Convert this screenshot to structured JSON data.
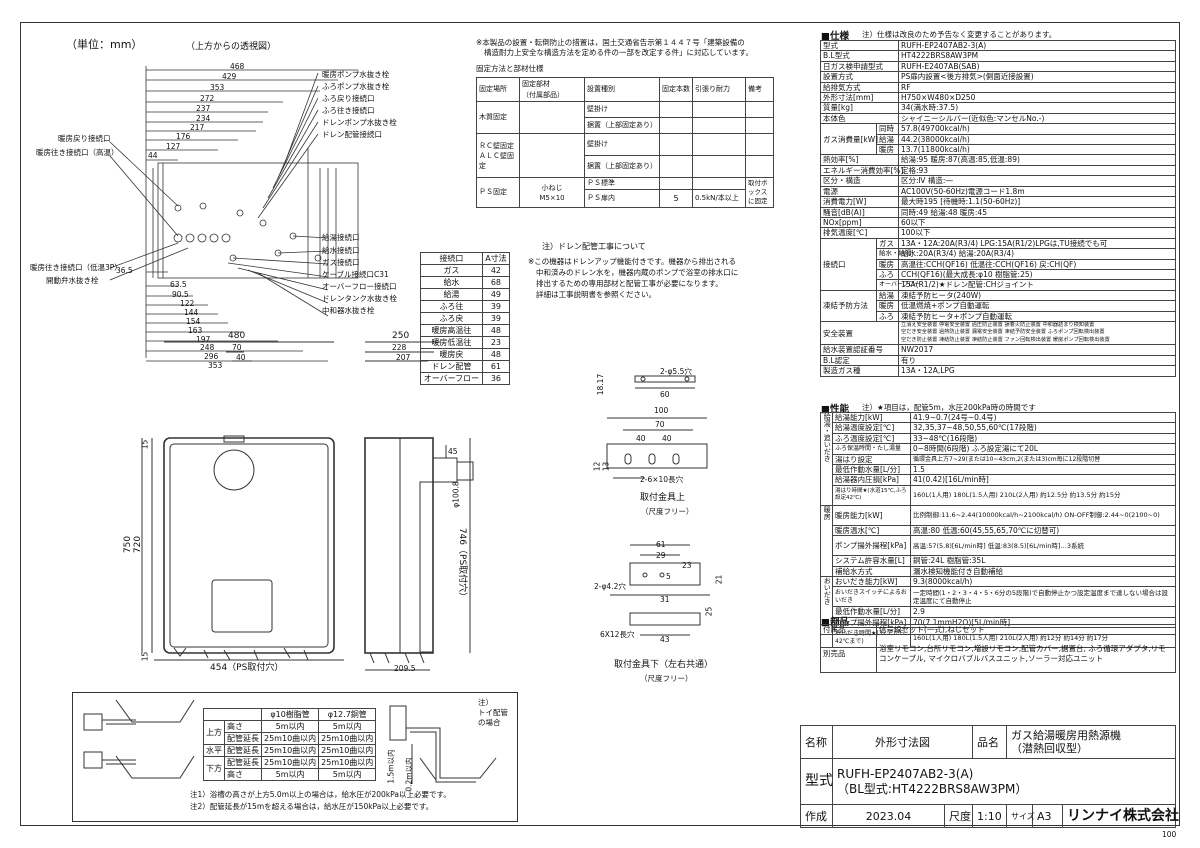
{
  "header": {
    "unit_label": "（単位：mm）",
    "top_view_label": "（上方からの透視図）"
  },
  "install_note": {
    "line1": "※本製品の設置・転倒防止の措置は，国土交通省告示第１４４７号「建築設備の",
    "line2": "構造耐力上安全な構造方法を定める件の一部を改定する件」に対応しています。",
    "table_title": "固定方法と部材仕様",
    "headers": [
      "固定場所",
      "固定部材\n（付属部品）",
      "設置種別",
      "固定本数",
      "引張り耐力",
      "備考"
    ],
    "wood_label": "木質固定",
    "rc_label": "ＲＣ壁固定\nＡＬＣ壁固定",
    "ps_label": "ＰＳ固定",
    "wall_mount": "壁掛け",
    "wall_mount2": "据置（上部固定あり）",
    "ps_std": "ＰＳ標準",
    "ps_in": "ＰＳ扉内",
    "screw": "小ねじ\nM5×10",
    "count": "5",
    "strength": "0.5kN/本以上",
    "remark": "取付ボックス\nに固定"
  },
  "top_view_labels": [
    "暖房ポンプ水抜き栓",
    "ふろポンプ水抜き栓",
    "ふろ戻り接続口",
    "ふろ往き接続口",
    "ドレンポンプ水抜き栓",
    "ドレン配管接続口",
    "暖房戻り接続口",
    "暖房往き接続口（高温）",
    "暖房往き接続口（低温3P）",
    "開動弁水抜き栓",
    "給湯接続口",
    "給水接続口",
    "ガス接続口",
    "ケーブル接続口C31",
    "オーバーフロー接続口",
    "ドレンタンク水抜き栓",
    "中和器水抜き栓"
  ],
  "top_dims": [
    "468",
    "429",
    "353",
    "272",
    "237",
    "234",
    "217",
    "176",
    "127",
    "44",
    "36.5",
    "63.5",
    "90.5",
    "122",
    "144",
    "154",
    "163",
    "197",
    "248",
    "296",
    "353"
  ],
  "a_table": {
    "headers": [
      "接続口",
      "A寸法"
    ],
    "rows": [
      [
        "ガス",
        "42"
      ],
      [
        "給水",
        "68"
      ],
      [
        "給湯",
        "49"
      ],
      [
        "ふろ往",
        "39"
      ],
      [
        "ふろ戻",
        "39"
      ],
      [
        "暖房高温往",
        "48"
      ],
      [
        "暖房低温往",
        "23"
      ],
      [
        "暖房戻",
        "48"
      ],
      [
        "ドレン配管",
        "61"
      ],
      [
        "オーバーフロー",
        "36"
      ]
    ]
  },
  "drain_note": {
    "title": "注）ドレン配管工事について",
    "lines": [
      "※この機器はドレンアップ機能付きです。機器から排出される",
      "中和済みのドレン水を，機器内蔵のポンプで浴室の排水口に",
      "排出するための専用部材と配管工事が必要になります。",
      "詳細は工事説明書を参照ください。"
    ]
  },
  "front_dims": [
    "480",
    "70",
    "40",
    "750",
    "720",
    "15",
    "15",
    "454（PS取付穴）"
  ],
  "side_dims": [
    "250",
    "228",
    "207",
    "746（PS取付穴）",
    "φ100.8",
    "209.5",
    "45"
  ],
  "bracket_top": {
    "holes": "2-φ5.5穴",
    "d60": "60",
    "d100": "100",
    "d70": "70",
    "d40a": "40",
    "d40b": "40",
    "d12": "12",
    "d13": "13",
    "d1817": "18.17",
    "slots": "2-6×10長穴",
    "caption": "取付金具上",
    "caption2": "（尺度フリー）"
  },
  "bracket_bottom": {
    "d61": "61",
    "d29": "29",
    "d23": "23",
    "d31": "31",
    "d25": "25",
    "d5": "5",
    "d21": "21",
    "d43": "43",
    "holes": "2-φ4.2穴",
    "slots": "6X12長穴",
    "caption": "取付金具下（左右共通）",
    "caption2": "（尺度フリー）"
  },
  "pipe_table": {
    "headers": [
      "",
      "",
      "φ10樹脂管",
      "φ12.7銅管"
    ],
    "rows": [
      [
        "上方",
        "高さ",
        "5m以内",
        "5m以内"
      ],
      [
        "上方",
        "配管延長",
        "25m10曲以内",
        "25m10曲以内"
      ],
      [
        "水平",
        "配管延長",
        "25m10曲以内",
        "25m10曲以内"
      ],
      [
        "下方",
        "配管延長",
        "25m10曲以内",
        "25m10曲以内"
      ],
      [
        "下方",
        "高さ",
        "5m以内",
        "5m以内"
      ]
    ],
    "upper": "上方",
    "lower": "下方",
    "note1": "注1）浴槽の高さが上方5.0m以上の場合は，給水圧が200kPa以上必要です。",
    "note2": "注2）配管延長が15mを超える場合は，給水圧が150kPa以上必要です。",
    "trough_note": "注）\nトイ配管\nの場合",
    "dim_15": "1.5m以内",
    "dim_02": "0.2m以内"
  },
  "spec": {
    "title": "■仕様",
    "note": "注）仕様は改良のため予告なく変更することがあります。",
    "rows": [
      [
        "型式",
        "",
        "RUFH-EP2407AB2-3(A)"
      ],
      [
        "B.L型式",
        "",
        "HT4222BRS8AW3PM"
      ],
      [
        "日ガス検申請型式",
        "",
        "RUFH-E2407AB(SAB)"
      ],
      [
        "設置方式",
        "",
        "PS扉内設置<後方排気>(側面近接設置)"
      ],
      [
        "給排気方式",
        "",
        "RF"
      ],
      [
        "外形寸法[mm]",
        "",
        "H750×W480×D250"
      ],
      [
        "質量[kg]",
        "",
        "34(満水時:37.5)"
      ],
      [
        "本体色",
        "",
        "シャイニーシルバー(近似色:マンセルNo.-)"
      ],
      [
        "ガス消費量[kW]",
        "同時",
        "57.8(49700kcal/h)"
      ],
      [
        "",
        "給湯",
        "44.2(38000kcal/h)"
      ],
      [
        "",
        "暖房",
        "13.7(11800kcal/h)"
      ],
      [
        "熱効率[%]",
        "",
        "給湯:95 暖房:87(高温:85,低温:89)"
      ],
      [
        "エネルギー消費効率[%]",
        "",
        "定格:93"
      ],
      [
        "区分・構造",
        "",
        "区分:Ⅳ 構造:―"
      ],
      [
        "電源",
        "",
        "AC100V(50-60Hz)電源コード1.8m"
      ],
      [
        "消費電力[W]",
        "",
        "最大時195 [待機時:1.1(50-60Hz)]"
      ],
      [
        "騒音[dB(A)]",
        "",
        "同時:49 給湯:48 暖房:45"
      ],
      [
        "NOx[ppm]",
        "",
        "60以下"
      ],
      [
        "排気温度[℃]",
        "",
        "100以下"
      ]
    ],
    "connect_label": "接続口",
    "connect_rows": [
      [
        "ガス",
        "13A・12A:20A(R3/4) LPG:15A(R1/2)LPGは,TU接続でも可"
      ],
      [
        "給水・給湯",
        "給水:20A(R3/4) 給湯:20A(R3/4)"
      ],
      [
        "暖房",
        "高温往:CCH(QF16) 低温往:CCH(QF16) 戻:CH(QF)"
      ],
      [
        "ふろ",
        "CCH(QF16)(最大成長:φ10 樹脂管:25)"
      ],
      [
        "オーバーフロー",
        "15A(R1/2)★ドレン配管:CHジョイント"
      ]
    ],
    "freeze_label": "凍結予防方法",
    "freeze_rows": [
      [
        "給湯",
        "凍結予防ヒータ(240W)"
      ],
      [
        "暖房",
        "低温燃焼+ポンプ自動運転"
      ],
      [
        "ふろ",
        "凍結予防ヒータ+ポンプ自動運転"
      ]
    ],
    "safety_label": "安全装置",
    "safety_lines": [
      "立消え安全装置 停電安全装置 過圧防止装置 誤着火防止装置 中和器詰まり検知装置",
      "空だき安全装置 過熱防止装置 漏電安全装置 凍結予防安全装置 ふろポンプ回転検出装置",
      "空だき防止装置 凍結防止装置 凍結防止装置 ファン回転検出装置 暖房ポンプ回転検出装置"
    ],
    "tail_rows": [
      [
        "給水装置認証番号",
        "NW2017"
      ],
      [
        "B.L認定",
        "有り"
      ],
      [
        "製造ガス種",
        "13A・12A,LPG"
      ]
    ]
  },
  "perf": {
    "title": "■性能",
    "note": "注）★項目は，配管5m，水圧200kPa時の時間です",
    "hot_label": "給湯・追いだき",
    "rows": [
      [
        "給湯能力[kW]",
        "41.9~0.7(24号~0.4号)"
      ],
      [
        "給湯温度設定[℃]",
        "32,35,37~48,50,55,60℃(17段階)"
      ],
      [
        "ふろ温度設定[℃]",
        "33~48℃(16段階)"
      ],
      [
        "ふろ保温時間・たし湯量",
        "0~8時間(6段階) ふろ設定湯にて20L"
      ],
      [
        "湯はり設定",
        "循環金具上方7~29(または10~43cm,2(または3)cm毎に12段階切替"
      ],
      [
        "最低作動水量[L/分]",
        "1.5"
      ],
      [
        "給湯器内圧損[kPa]",
        "41(0.42)[16L/min時]"
      ],
      [
        "湯はり時間★(水道15℃,ふろ設定42℃)",
        "160L(1人用) 180L(1.5人用) 210L(2人用) 約12.5分 約13.5分 約15分"
      ]
    ],
    "heat_label": "暖房",
    "heat_rows": [
      [
        "暖房能力[kW]",
        "比例制御:11.6~2.44(10000kcal/h~2100kcal/h) ON-OFF制御:2.44~0(2100~0)"
      ],
      [
        "暖房温水[℃]",
        "高温:80 低温:60(45,55,65,70℃に切替可)"
      ],
      [
        "ポンプ揚外揚程[kPa]",
        "高温:57(5.8)[6L/min時] 低温:83(8.5)[6L/min時]…3系統"
      ],
      [
        "システム許容水量[L]",
        "銅管:24L 樹脂管:35L"
      ],
      [
        "補給水方式",
        "漏水検知機能付き自動補給"
      ]
    ],
    "reheat_label": "おいだき",
    "reheat_rows": [
      [
        "おいだき能力[kW]",
        "9.3(8000kcal/h)"
      ],
      [
        "おいだきスイッチによるおいだき",
        "一定時間(1・2・3・4・5・6分の5段階)で自動停止かつ設定温度まで達しない場合は設定温度にて自動停止"
      ],
      [
        "最低作動水量[L/分]",
        "2.9"
      ],
      [
        "ポンプ揚外揚程[kPa]",
        "70(7.1mmH2O)[5L/min時]"
      ],
      [
        "おいだき時間★(32℃から42℃まで)",
        "160L(1人用) 180L(1.5人用) 210L(2人用) 約12分 約14分 約17分"
      ]
    ]
  },
  "parts": {
    "title": "■部品",
    "rows": [
      [
        "付属品",
        "信号線セット(一式),ねじセット"
      ],
      [
        "別売品",
        "浴室リモコン,台所リモコン,増設リモコン,配管カバー,据置台, ふろ循環アダプタ,リモコンケーブル, マイクロバブルバスユニット,ソーラー対応ユニット"
      ]
    ]
  },
  "title_block": {
    "name_label": "名称",
    "name_value": "外形寸法図",
    "product_label": "品名",
    "product_value1": "ガス給湯暖房用熱源機",
    "product_value2": "（潜熱回収型）",
    "model_label": "型式",
    "model_value1": "RUFH-EP2407AB2-3(A)",
    "model_value2": "（BL型式:HT4222BRS8AW3PM）",
    "made_label": "作成",
    "made_value": "2023.04",
    "scale_label": "尺度",
    "scale_value": "1:10",
    "size_label": "サイズ",
    "size_value": "A3",
    "company": "リンナイ株式会社",
    "page": "100"
  }
}
